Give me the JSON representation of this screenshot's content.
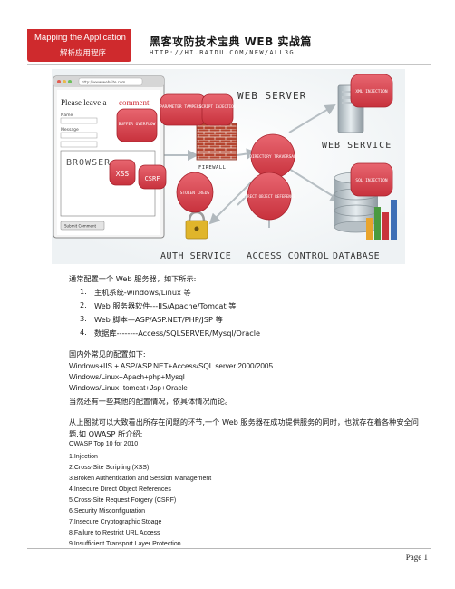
{
  "header": {
    "badge_en": "Mapping the Application",
    "badge_cn": "解析应用程序",
    "title": "黑客攻防技术宝典 WEB 实战篇",
    "url": "HTTP://HI.BAIDU.COM/NEW/ALL3G"
  },
  "diagram": {
    "browser": {
      "address": "http://www.website.com",
      "heading": "Please leave a",
      "heading_accent": "comment",
      "name_label": "Name",
      "message_label": "Message",
      "caption": "BROWSER",
      "submit": "Submit Comment"
    },
    "bubbles": {
      "parameter_tampering": "PARAMETER TAMPERING",
      "script_injection": "SCRIPT INJECTION",
      "buffer_overflow": "BUFFER OVERFLOW",
      "xss": "XSS",
      "csrf": "CSRF",
      "directory_traversal": "DIRECTORY TRAVERSAL",
      "stolen_creds": "STOLEN CREDS",
      "direct_object_reference": "DIRECT OBJECT REFERENCE",
      "xml_injection": "XML INJECTION",
      "sql_injection": "SQL INJECTION"
    },
    "labels": {
      "web_server": "WEB SERVER",
      "web_service": "WEB SERVICE",
      "firewall": "FIREWALL",
      "auth_service": "AUTH SERVICE",
      "access_control": "ACCESS CONTROL",
      "database": "DATABASE"
    },
    "colors": {
      "bubble": "#d9434f",
      "bubble_border": "#a8232d",
      "brick": "#b5442f",
      "label": "#333333"
    }
  },
  "body": {
    "intro": "通常配置一个 Web 服务器，如下所示:",
    "list": [
      {
        "num": "1.",
        "text": "主机系统-windows/Linux 等"
      },
      {
        "num": "2.",
        "text": "Web 服务器软件---IIS/Apache/Tomcat 等"
      },
      {
        "num": "3.",
        "text": "Web 脚本—ASP/ASP.NET/PHP/JSP 等"
      },
      {
        "num": "4.",
        "text": "数据库--------Access/SQLSERVER/Mysql/Oracle"
      }
    ],
    "common_intro": "国内外常见的配置如下:",
    "configs": [
      "Windows+IIS + ASP/ASP.NET+Access/SQL server 2000/2005",
      "Windows/Linux+Apach+php+Mysql",
      "Windows/Linux+tomcat+Jsp+Oracle"
    ],
    "other": "当然还有一些其他的配置情况，依具体情况而论。",
    "para_line1": "从上图就可以大致看出所存在问题的环节,一个 Web 服务器在成功提供服务的同时，也就存在着各种安全问",
    "para_line2": "题.如 OWASP 所介绍:",
    "owasp_title": "OWASP Top 10 for 2010",
    "owasp": [
      "1.Injection",
      "2.Cross-Site Scripting (XSS)",
      "3.Broken Authentication and Session Management",
      "4.Insecure Direct Object References",
      "5.Cross-Site Request Forgery (CSRF)",
      "6.Security Misconfiguration",
      "7.Insecure Cryptographic Stoage",
      "8.Failure to Restrict URL Access",
      "9.Insufficient Transport Layer Protection"
    ]
  },
  "footer": {
    "page": "Page 1"
  }
}
